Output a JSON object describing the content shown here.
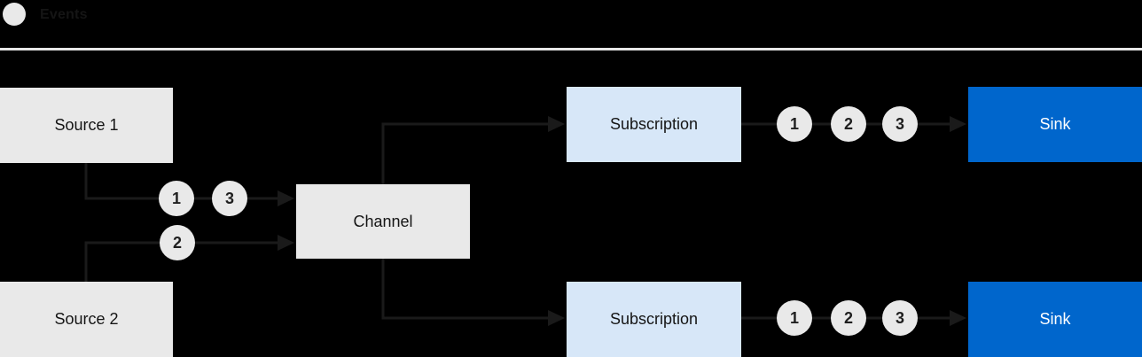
{
  "legend": {
    "label": "Events"
  },
  "nodes": {
    "source1": {
      "label": "Source 1"
    },
    "source2": {
      "label": "Source 2"
    },
    "channel": {
      "label": "Channel"
    },
    "subscription_top": {
      "label": "Subscription"
    },
    "subscription_bottom": {
      "label": "Subscription"
    },
    "sink_top": {
      "label": "Sink"
    },
    "sink_bottom": {
      "label": "Sink"
    }
  },
  "event_badges": {
    "source1_to_channel": [
      "1",
      "3"
    ],
    "source2_to_channel": [
      "2"
    ],
    "subscription_top_to_sink": [
      "1",
      "2",
      "3"
    ],
    "subscription_bottom_to_sink": [
      "1",
      "2",
      "3"
    ]
  },
  "colors": {
    "background": "#000000",
    "node_gray": "#e9e9e9",
    "node_light_blue": "#d7e7f8",
    "node_blue": "#0066cc",
    "connector": "#1a1a1a",
    "text_dark": "#151515",
    "text_light": "#ffffff",
    "separator": "#e6e6e6"
  }
}
